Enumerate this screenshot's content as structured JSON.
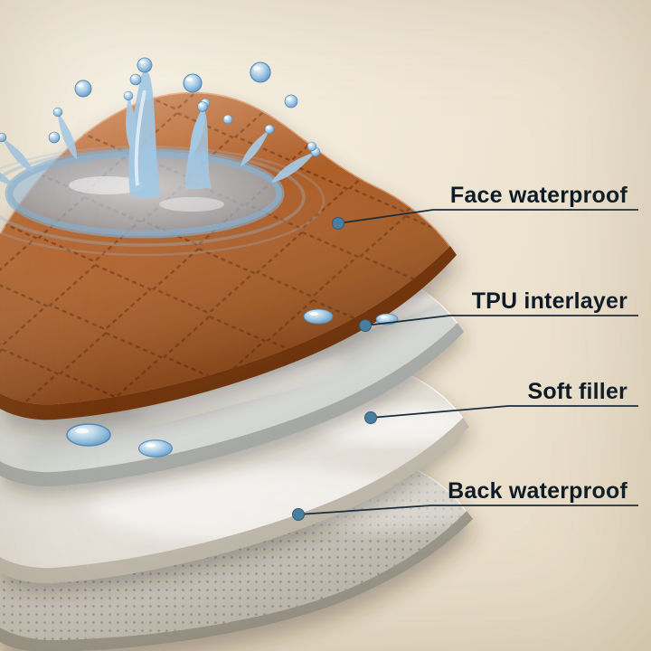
{
  "diagram": {
    "description": "Layered waterproof pad cross-section",
    "labels": [
      {
        "id": "face",
        "text": "Face waterproof"
      },
      {
        "id": "tpu",
        "text": "TPU interlayer"
      },
      {
        "id": "soft",
        "text": "Soft filler"
      },
      {
        "id": "back",
        "text": "Back waterproof"
      }
    ],
    "layers": [
      {
        "name": "face-waterproof-layer",
        "color": "#b0602c"
      },
      {
        "name": "tpu-interlayer",
        "color": "#e3e5e2"
      },
      {
        "name": "soft-filler-layer",
        "color": "#f1efe9"
      },
      {
        "name": "back-waterproof-layer",
        "color": "#d3d0c8"
      }
    ],
    "colors": {
      "background": "#ece3d1",
      "label_text": "#0e1b26",
      "leader_line": "#1b2d3c",
      "leader_dot": "#4a7e9e",
      "water": "#8fbede"
    }
  }
}
